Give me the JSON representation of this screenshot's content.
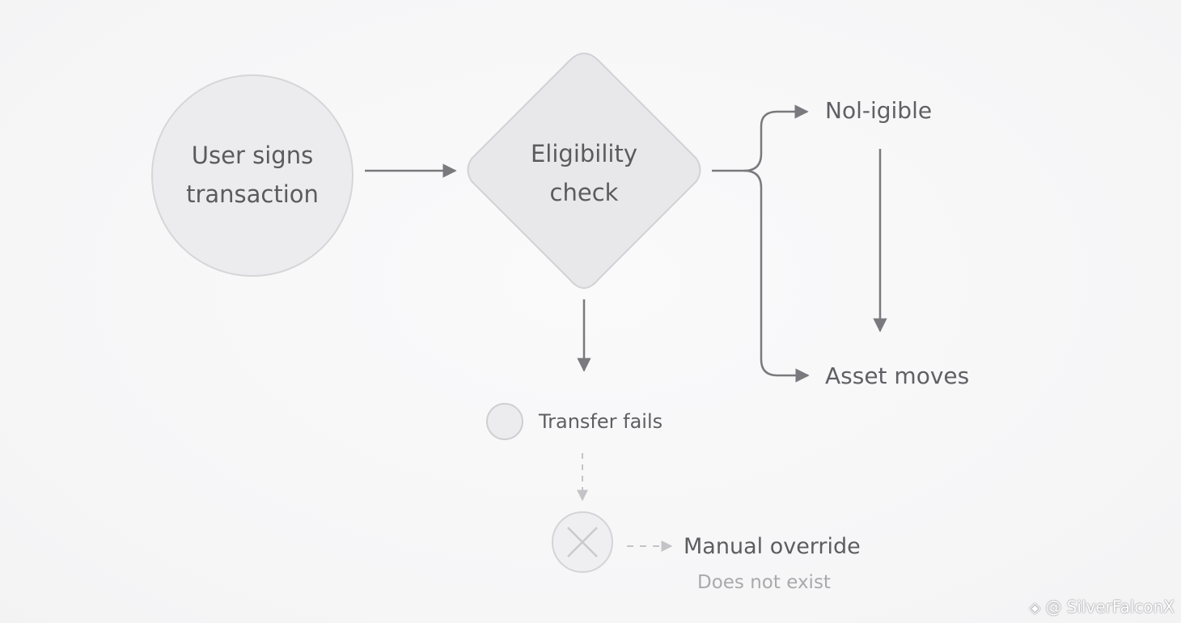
{
  "nodes": {
    "start": {
      "line1": "User signs",
      "line2": "transaction"
    },
    "decision": {
      "line1": "Eligibility",
      "line2": "check"
    },
    "not_eligible": "Nol-igible",
    "asset_moves": "Asset moves",
    "transfer_fails": "Transfer fails",
    "manual_override": "Manual override",
    "manual_override_note": "Does not exist"
  },
  "watermark": {
    "handle": "@ SilverFalconX",
    "icon": "binance-diamond-icon"
  },
  "colors": {
    "background": "#f7f7f8",
    "node_fill": "#ececee",
    "node_stroke": "#d6d6d9",
    "arrow": "#7a7a7e",
    "dashed_arrow": "#c4c4c8",
    "text": "#5b5b5f",
    "muted_text": "#a9a9ad"
  }
}
